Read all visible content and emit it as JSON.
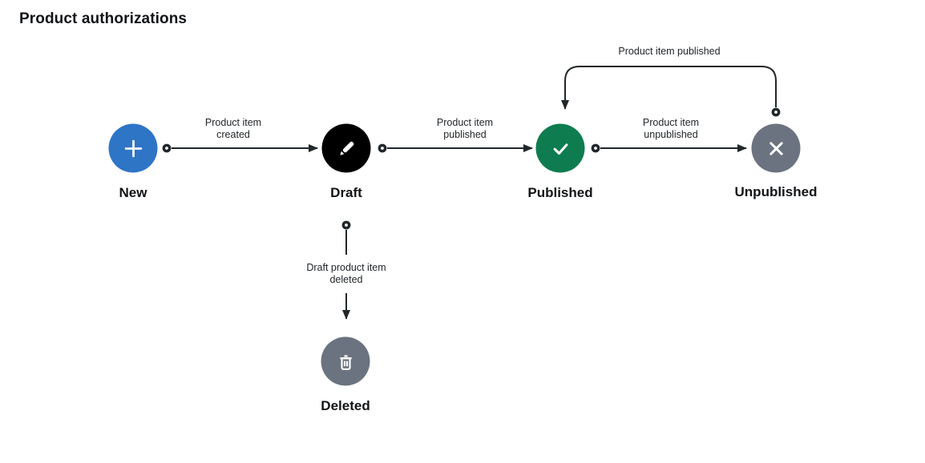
{
  "title": "Product authorizations",
  "colors": {
    "line": "#21272a",
    "new_blue": "#2e75c6",
    "draft_black": "#000000",
    "published_green": "#0e7c4f",
    "gray": "#6b7280"
  },
  "diagram": {
    "nodes": {
      "new": {
        "label": "New",
        "color": "#2e75c6",
        "icon": "plus-icon"
      },
      "draft": {
        "label": "Draft",
        "color": "#000000",
        "icon": "pencil-icon"
      },
      "published": {
        "label": "Published",
        "color": "#0e7c4f",
        "icon": "check-icon"
      },
      "unpublished": {
        "label": "Unpublished",
        "color": "#6b7280",
        "icon": "close-icon"
      },
      "deleted": {
        "label": "Deleted",
        "color": "#6b7280",
        "icon": "trash-icon"
      }
    },
    "edges": {
      "created": {
        "from": "New",
        "to": "Draft",
        "label": "Product item\ncreated"
      },
      "published": {
        "from": "Draft",
        "to": "Published",
        "label": "Product item\npublished"
      },
      "unpublished": {
        "from": "Published",
        "to": "Unpublished",
        "label": "Product item\nunpublished"
      },
      "republished": {
        "from": "Unpublished",
        "to": "Published",
        "label": "Product item published"
      },
      "deleted": {
        "from": "Draft",
        "to": "Deleted",
        "label": "Draft product item\ndeleted"
      }
    }
  }
}
